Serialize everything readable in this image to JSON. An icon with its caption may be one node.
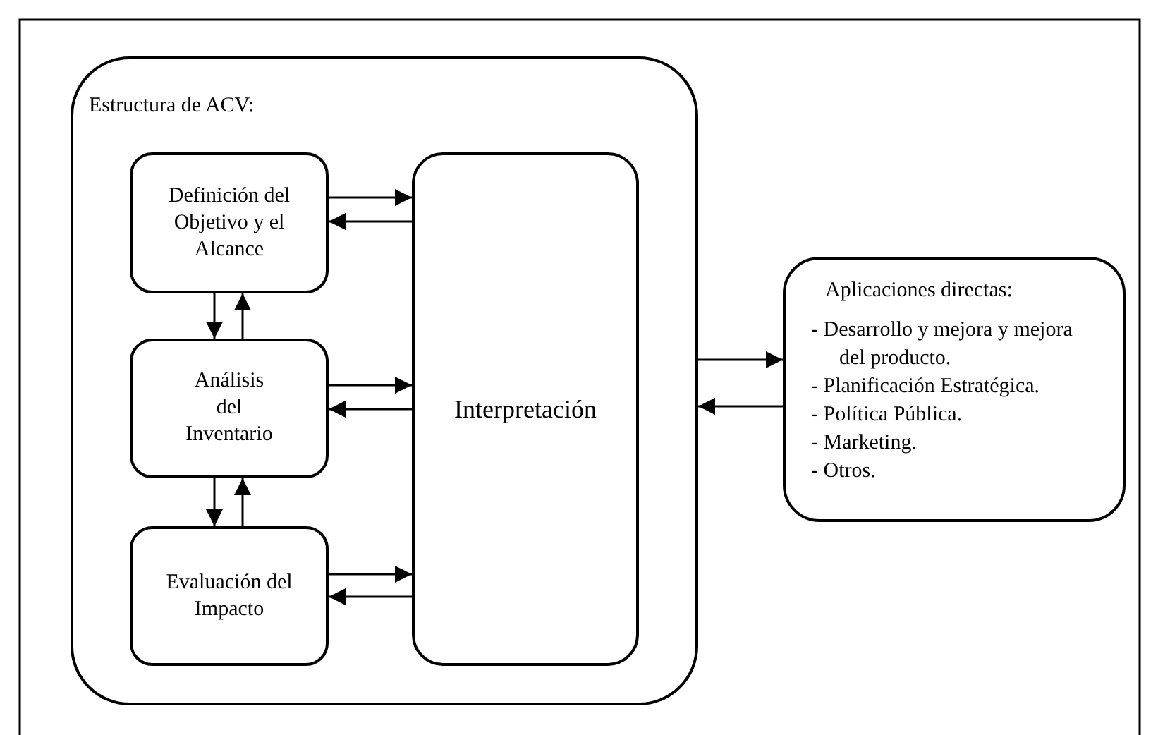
{
  "diagram": {
    "nodes": [
      {
        "text": [
          "Estructura de ACV:"
        ]
      },
      {
        "text": [
          "Definición del Objetivo y el Alcance"
        ],
        "in": 0
      },
      {
        "text": [
          "Análisis del Inventario"
        ],
        "in": 0
      },
      {
        "text": [
          "Evaluación del Impacto"
        ],
        "in": 0
      },
      {
        "text": [
          "Interpretación"
        ],
        "in": 0
      },
      {
        "text": [
          "Aplicaciones directas:",
          "- Desarrollo y mejora y mejora del producto.",
          "- Planificación Estratégica.",
          "- Política Pública.",
          "- Marketing.",
          "- Otros."
        ]
      }
    ],
    "edges": [
      {
        "from": 1,
        "to": 4,
        "arrow": "to"
      },
      {
        "from": 4,
        "to": 1,
        "arrow": "to"
      },
      {
        "from": 2,
        "to": 4,
        "arrow": "to"
      },
      {
        "from": 4,
        "to": 2,
        "arrow": "to"
      },
      {
        "from": 3,
        "to": 4,
        "arrow": "to"
      },
      {
        "from": 4,
        "to": 3,
        "arrow": "to"
      },
      {
        "from": 1,
        "to": 2,
        "arrow": "to"
      },
      {
        "from": 2,
        "to": 1,
        "arrow": "to"
      },
      {
        "from": 2,
        "to": 3,
        "arrow": "to"
      },
      {
        "from": 3,
        "to": 2,
        "arrow": "to"
      },
      {
        "from": 0,
        "to": 5,
        "arrow": "to"
      },
      {
        "from": 5,
        "to": 0,
        "arrow": "to"
      }
    ]
  }
}
